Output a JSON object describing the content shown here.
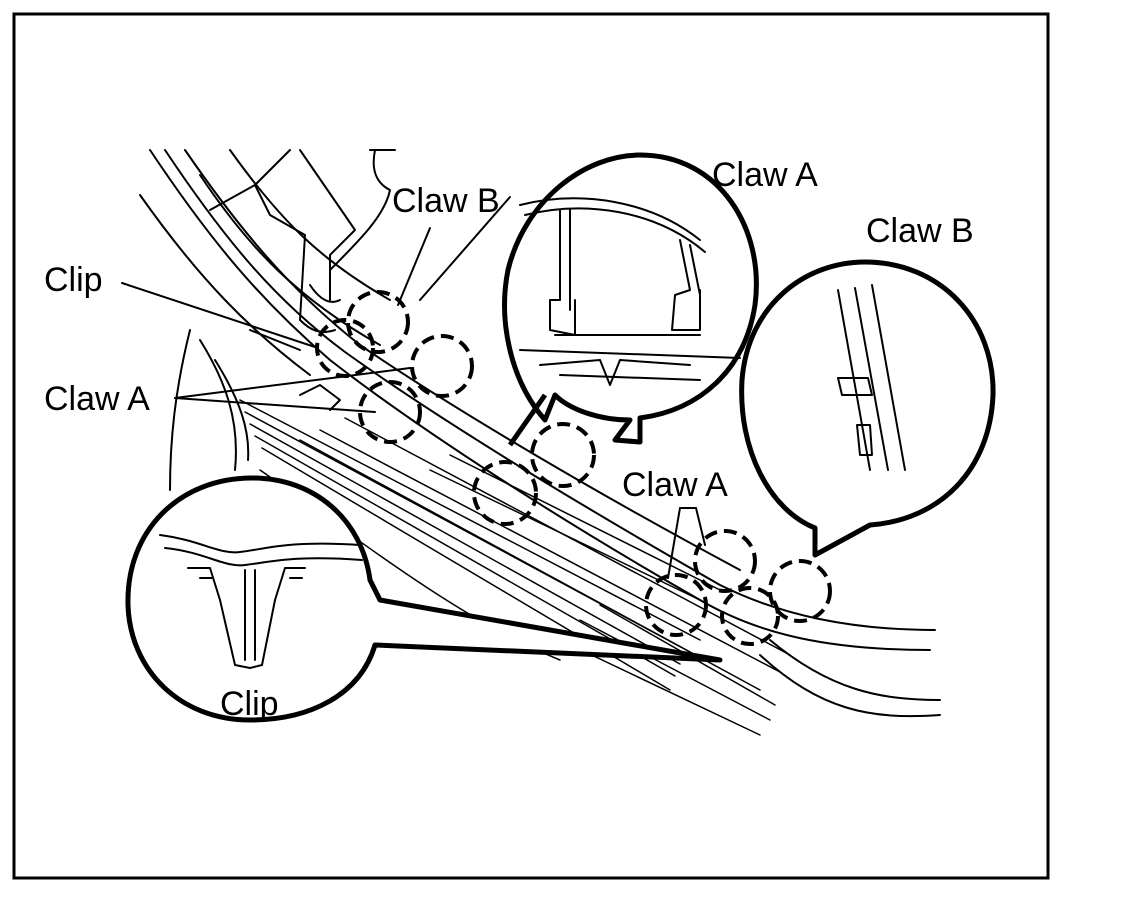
{
  "labels": {
    "claw_b_top": "Claw B",
    "clip_left": "Clip",
    "claw_a_left": "Claw A",
    "claw_a_detail": "Claw A",
    "claw_b_detail": "Claw B",
    "claw_a_bottom": "Claw A",
    "clip_detail": "Clip"
  },
  "colors": {
    "line": "#000000",
    "background": "#ffffff"
  }
}
